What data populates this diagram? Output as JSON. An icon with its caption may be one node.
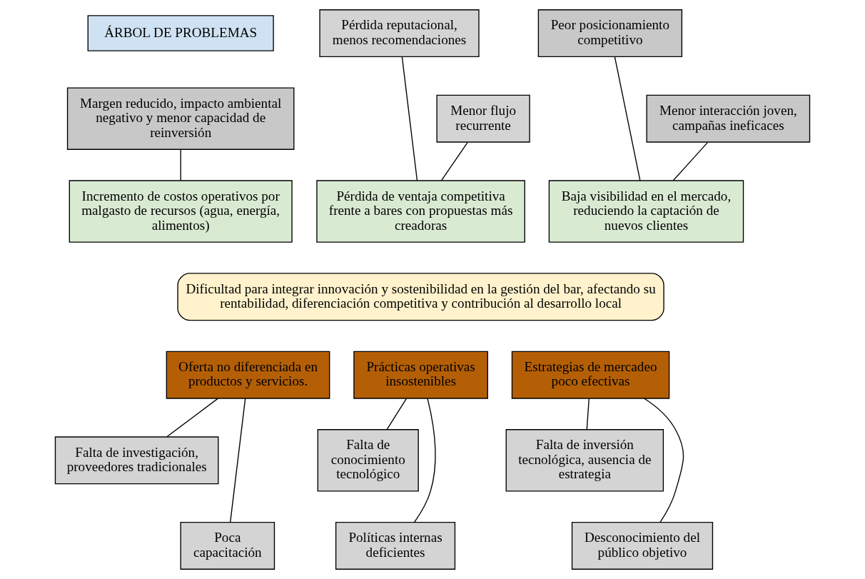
{
  "diagram": {
    "nodes": [
      {
        "text": [
          "ÁRBOL DE PROBLEMAS"
        ]
      },
      {
        "text": [
          "Pérdida reputacional, menos recomendaciones"
        ]
      },
      {
        "text": [
          "Menor flujo recurrente"
        ]
      },
      {
        "text": [
          "Margen reducido, impacto ambiental negativo y menor capacidad de reinversión"
        ]
      },
      {
        "text": [
          "Peor posicionamiento competitivo"
        ]
      },
      {
        "text": [
          "Menor interacción joven, campañas ineficaces"
        ]
      },
      {
        "text": [
          "Pérdida de ventaja competitiva frente a bares con propuestas más creadoras"
        ]
      },
      {
        "text": [
          "Incremento de costos operativos por malgasto de recursos (agua, energía, alimentos)"
        ]
      },
      {
        "text": [
          "Baja visibilidad en el mercado, reduciendo la captación de nuevos clientes"
        ]
      },
      {
        "text": [
          "Dificultad para integrar innovación y sostenibilidad en la gestión del bar, afectando su rentabilidad, diferenciación competitiva y contribución al desarrollo local"
        ]
      },
      {
        "text": [
          "Oferta no diferenciada en productos y servicios."
        ]
      },
      {
        "text": [
          "Prácticas operativas insostenibles"
        ]
      },
      {
        "text": [
          "Estrategias de mercadeo poco efectivas"
        ]
      },
      {
        "text": [
          "Falta de investigación, proveedores tradicionales"
        ]
      },
      {
        "text": [
          "Falta de conocimiento tecnológico"
        ]
      },
      {
        "text": [
          "Falta de inversión tecnológica, ausencia de estrategia"
        ]
      },
      {
        "text": [
          "Poca capacitación"
        ]
      },
      {
        "text": [
          "Políticas internas deficientes"
        ]
      },
      {
        "text": [
          "Desconocimiento del público objetivo"
        ]
      }
    ],
    "edges": [
      {
        "from": 1,
        "to": 6,
        "arrow": "none"
      },
      {
        "from": 2,
        "to": 6,
        "arrow": "none"
      },
      {
        "from": 3,
        "to": 7,
        "arrow": "none"
      },
      {
        "from": 4,
        "to": 8,
        "arrow": "none"
      },
      {
        "from": 5,
        "to": 8,
        "arrow": "none"
      },
      {
        "from": 10,
        "to": 13,
        "arrow": "none"
      },
      {
        "from": 10,
        "to": 16,
        "arrow": "none"
      },
      {
        "from": 11,
        "to": 14,
        "arrow": "none"
      },
      {
        "from": 11,
        "to": 17,
        "arrow": "none"
      },
      {
        "from": 12,
        "to": 15,
        "arrow": "none"
      },
      {
        "from": 12,
        "to": 18,
        "arrow": "none"
      }
    ]
  }
}
